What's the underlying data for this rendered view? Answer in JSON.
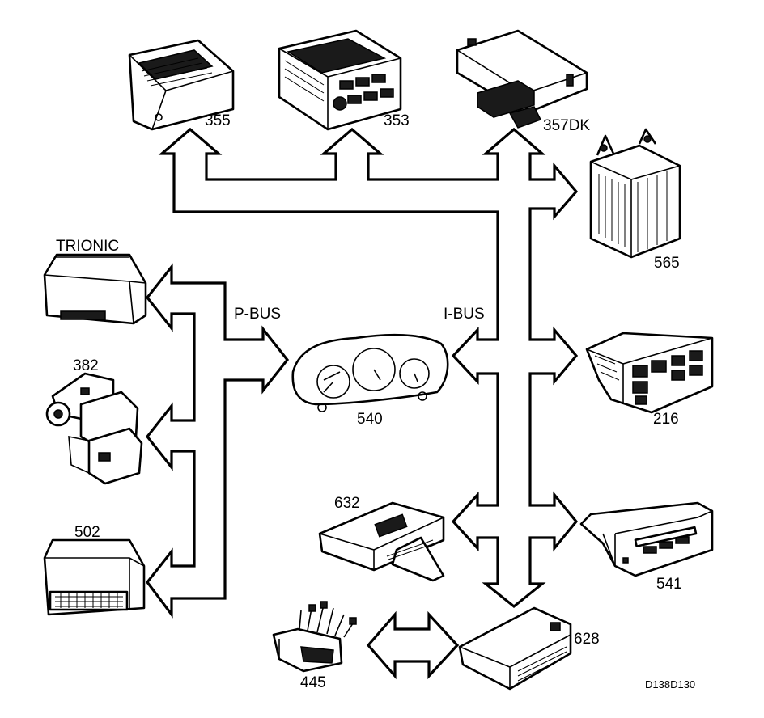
{
  "diagram": {
    "bus_labels": {
      "p_bus": "P-BUS",
      "i_bus": "I-BUS"
    },
    "components": {
      "c355": "355",
      "c353": "353",
      "c357dk": "357DK",
      "c565": "565",
      "trionic": "TRIONIC",
      "c382": "382",
      "c540": "540",
      "c216": "216",
      "c502": "502",
      "c632": "632",
      "c541": "541",
      "c628": "628",
      "c445": "445"
    },
    "drawing_code": "D138D130"
  }
}
